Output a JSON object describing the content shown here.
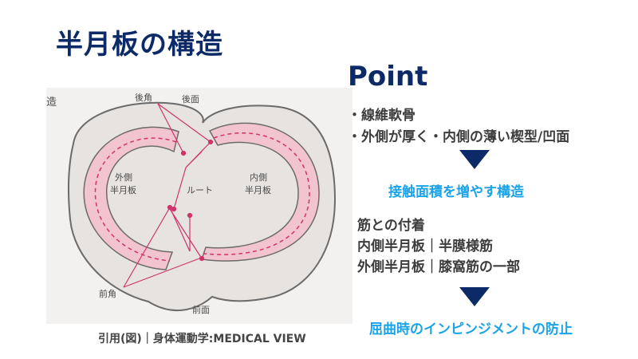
{
  "slide": {
    "title": "半月板の構造",
    "figure": {
      "corner_label": "造",
      "labels": {
        "posterior_horn": "後角",
        "posterior_surface": "後面",
        "lateral": [
          "外側",
          "半月板"
        ],
        "medial": [
          "内側",
          "半月板"
        ],
        "root": "ルート",
        "anterior_horn": "前角",
        "anterior_surface": "前面"
      }
    },
    "caption": "引用(図)｜身体運動学:MEDICAL VIEW",
    "point": {
      "heading": "Point",
      "bullets": [
        "・線維軟骨",
        "・外側が厚く・内側の薄い楔型/凹面"
      ],
      "result1": "接触面積を増やす構造",
      "attach_title": "筋との付着",
      "attach_lines": [
        "内側半月板｜半膜様筋",
        "外側半月板｜膝窩筋の一部"
      ],
      "result2": "屈曲時のインピンジメントの防止"
    }
  },
  "colors": {
    "title": "#0d2a68",
    "accent_blue": "#1ba3e8",
    "body_text": "#3d3d3d",
    "meniscus_pink": "#f2c4cf",
    "pointer_magenta": "#d1336b"
  }
}
